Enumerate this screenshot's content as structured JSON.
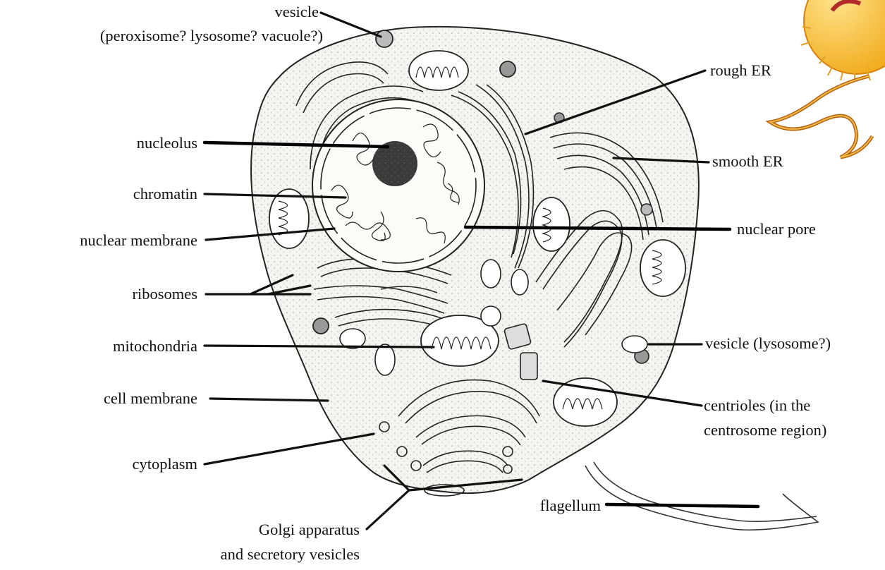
{
  "labels": {
    "vesicle_top": "vesicle",
    "vesicle_top_sub": "(peroxisome? lysosome? vacuole?)",
    "rough_er": "rough ER",
    "smooth_er": "smooth ER",
    "nucleolus": "nucleolus",
    "chromatin": "chromatin",
    "nuclear_membrane": "nuclear membrane",
    "nuclear_pore": "nuclear pore",
    "ribosomes": "ribosomes",
    "mitochondria": "mitochondria",
    "vesicle_lysosome": "vesicle (lysosome?)",
    "cell_membrane": "cell membrane",
    "centrioles_line1": "centrioles (in the",
    "centrioles_line2": "centrosome region)",
    "cytoplasm": "cytoplasm",
    "flagellum": "flagellum",
    "golgi_line1": "Golgi apparatus",
    "golgi_line2": "and secretory vesicles"
  },
  "colors": {
    "ink": "#111111",
    "cytoplasm_fill": "#f4f4f2",
    "nucleus_fill": "#fbfbfa",
    "bacterium_fill": "#f5b81c",
    "bacterium_edge": "#d9800d"
  }
}
